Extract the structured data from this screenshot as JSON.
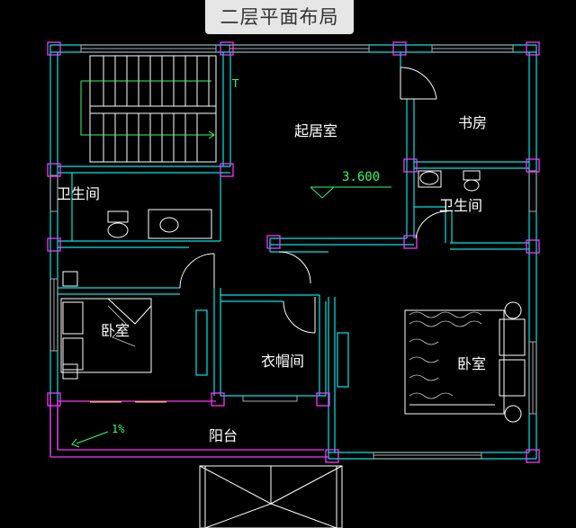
{
  "title": "二层平面布局",
  "rooms": {
    "living": "起居室",
    "study": "书房",
    "bath_left": "卫生间",
    "bath_right": "卫生间",
    "bedroom_left": "卧室",
    "closet": "衣帽间",
    "bedroom_right": "卧室",
    "balcony": "阳台"
  },
  "elevation": "3.600",
  "slope": "1%",
  "stair_mark": "T",
  "colors": {
    "wall": "#00e5e5",
    "accent": "#ff33ff",
    "green": "#33ff66",
    "white": "#ffffff",
    "yellow": "#ffff00"
  }
}
